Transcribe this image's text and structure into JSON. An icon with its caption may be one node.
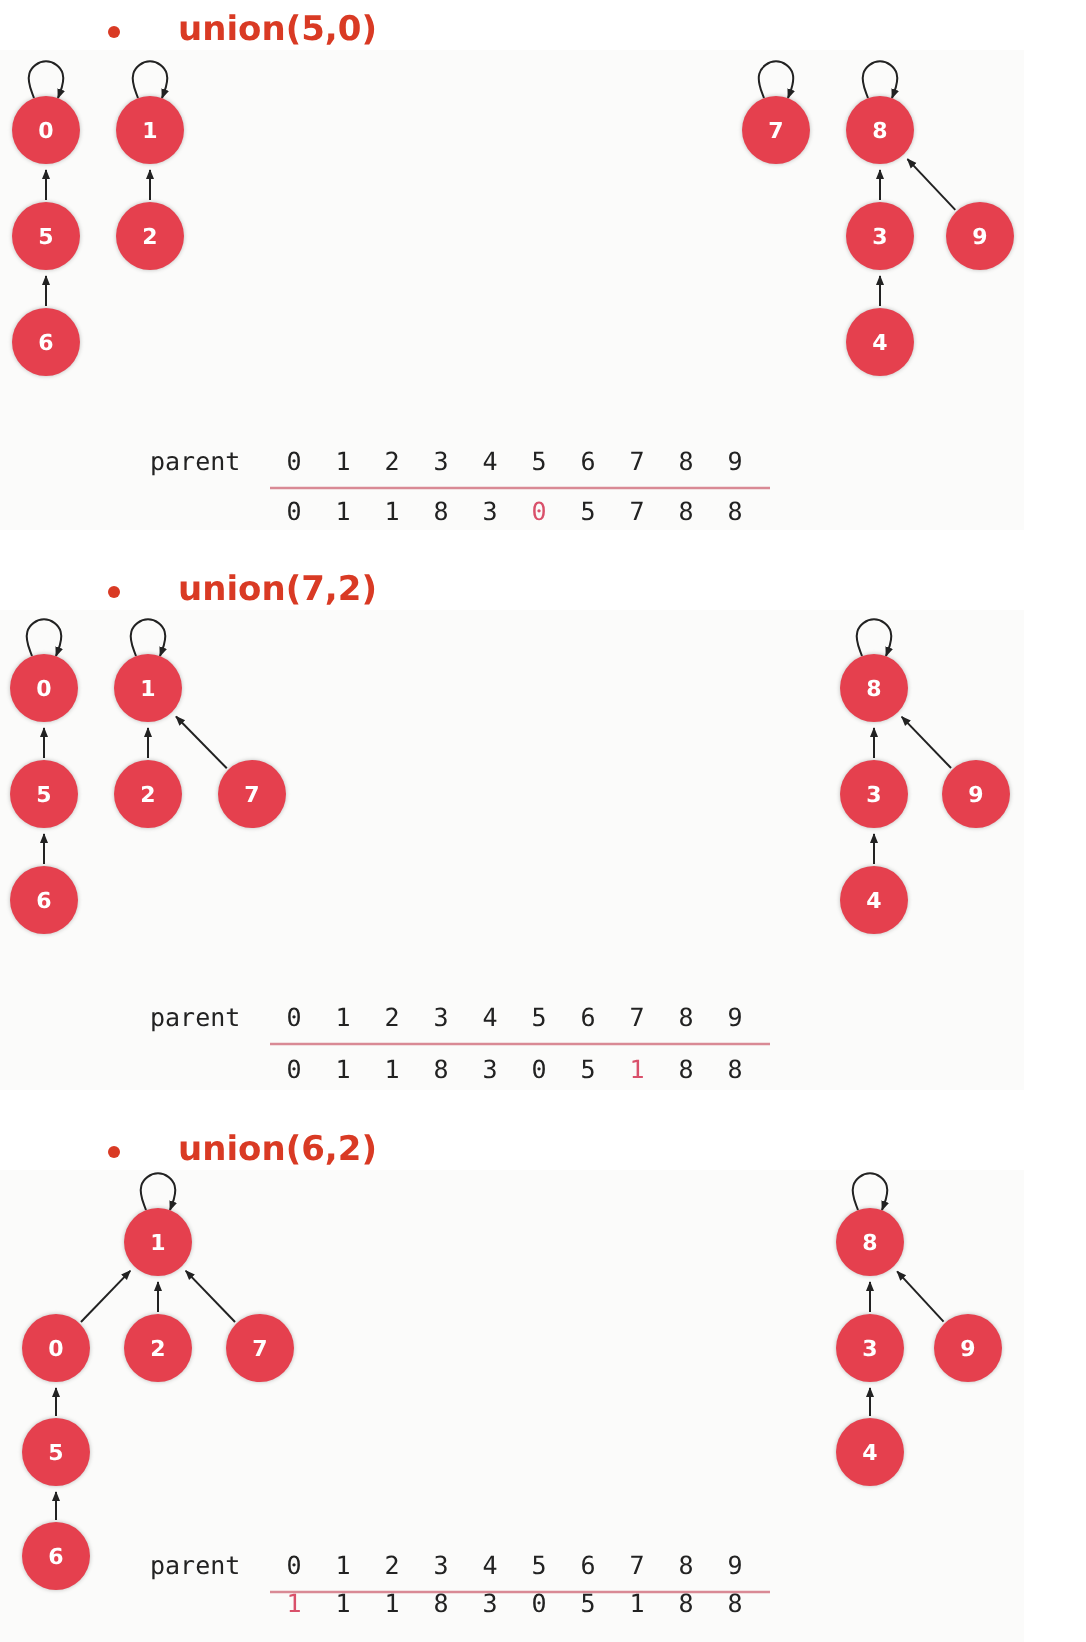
{
  "diagram": {
    "nodes": [
      {
        "text": [
          "0"
        ]
      },
      {
        "text": [
          "1"
        ]
      },
      {
        "text": [
          "7"
        ]
      },
      {
        "text": [
          "8"
        ]
      },
      {
        "text": [
          "5"
        ]
      },
      {
        "text": [
          "2"
        ]
      },
      {
        "text": [
          "3"
        ]
      },
      {
        "text": [
          "9"
        ]
      },
      {
        "text": [
          "6"
        ]
      },
      {
        "text": [
          "4"
        ]
      },
      {
        "text": [
          "0"
        ]
      },
      {
        "text": [
          "1"
        ]
      },
      {
        "text": [
          "8"
        ]
      },
      {
        "text": [
          "5"
        ]
      },
      {
        "text": [
          "2"
        ]
      },
      {
        "text": [
          "7"
        ]
      },
      {
        "text": [
          "3"
        ]
      },
      {
        "text": [
          "9"
        ]
      },
      {
        "text": [
          "6"
        ]
      },
      {
        "text": [
          "4"
        ]
      },
      {
        "text": [
          "1"
        ]
      },
      {
        "text": [
          "8"
        ]
      },
      {
        "text": [
          "0"
        ]
      },
      {
        "text": [
          "2"
        ]
      },
      {
        "text": [
          "7"
        ]
      },
      {
        "text": [
          "3"
        ]
      },
      {
        "text": [
          "9"
        ]
      },
      {
        "text": [
          "5"
        ]
      },
      {
        "text": [
          "4"
        ]
      },
      {
        "text": [
          "6"
        ]
      }
    ],
    "edges": [
      {
        "from": 0,
        "to": 0,
        "arrow": "to"
      },
      {
        "from": 1,
        "to": 1,
        "arrow": "to"
      },
      {
        "from": 2,
        "to": 2,
        "arrow": "to"
      },
      {
        "from": 3,
        "to": 3,
        "arrow": "to"
      },
      {
        "from": 4,
        "to": 0,
        "arrow": "to"
      },
      {
        "from": 5,
        "to": 1,
        "arrow": "to"
      },
      {
        "from": 6,
        "to": 3,
        "arrow": "to"
      },
      {
        "from": 7,
        "to": 3,
        "arrow": "to"
      },
      {
        "from": 8,
        "to": 4,
        "arrow": "to"
      },
      {
        "from": 9,
        "to": 6,
        "arrow": "to"
      },
      {
        "from": 10,
        "to": 10,
        "arrow": "to"
      },
      {
        "from": 11,
        "to": 11,
        "arrow": "to"
      },
      {
        "from": 12,
        "to": 12,
        "arrow": "to"
      },
      {
        "from": 13,
        "to": 10,
        "arrow": "to"
      },
      {
        "from": 14,
        "to": 11,
        "arrow": "to"
      },
      {
        "from": 15,
        "to": 11,
        "arrow": "to"
      },
      {
        "from": 16,
        "to": 12,
        "arrow": "to"
      },
      {
        "from": 17,
        "to": 12,
        "arrow": "to"
      },
      {
        "from": 18,
        "to": 13,
        "arrow": "to"
      },
      {
        "from": 19,
        "to": 16,
        "arrow": "to"
      },
      {
        "from": 20,
        "to": 20,
        "arrow": "to"
      },
      {
        "from": 21,
        "to": 21,
        "arrow": "to"
      },
      {
        "from": 22,
        "to": 20,
        "arrow": "to"
      },
      {
        "from": 23,
        "to": 20,
        "arrow": "to"
      },
      {
        "from": 24,
        "to": 20,
        "arrow": "to"
      },
      {
        "from": 25,
        "to": 21,
        "arrow": "to"
      },
      {
        "from": 26,
        "to": 21,
        "arrow": "to"
      },
      {
        "from": 27,
        "to": 22,
        "arrow": "to"
      },
      {
        "from": 28,
        "to": 25,
        "arrow": "to"
      },
      {
        "from": 29,
        "to": 27,
        "arrow": "to"
      }
    ],
    "labels": [
      "union(5,0)",
      "parent",
      "0",
      "1",
      "2",
      "3",
      "4",
      "5",
      "6",
      "7",
      "8",
      "9",
      "0",
      "1",
      "1",
      "8",
      "3",
      "0",
      "5",
      "7",
      "8",
      "8",
      "union(7,2)",
      "parent",
      "0",
      "1",
      "2",
      "3",
      "4",
      "5",
      "6",
      "7",
      "8",
      "9",
      "0",
      "1",
      "1",
      "8",
      "3",
      "0",
      "5",
      "1",
      "8",
      "8",
      "union(6,2)",
      "parent",
      "0",
      "1",
      "2",
      "3",
      "4",
      "5",
      "6",
      "7",
      "8",
      "9",
      "1",
      "1",
      "1",
      "8",
      "3",
      "0",
      "5",
      "1",
      "8",
      "8"
    ]
  }
}
